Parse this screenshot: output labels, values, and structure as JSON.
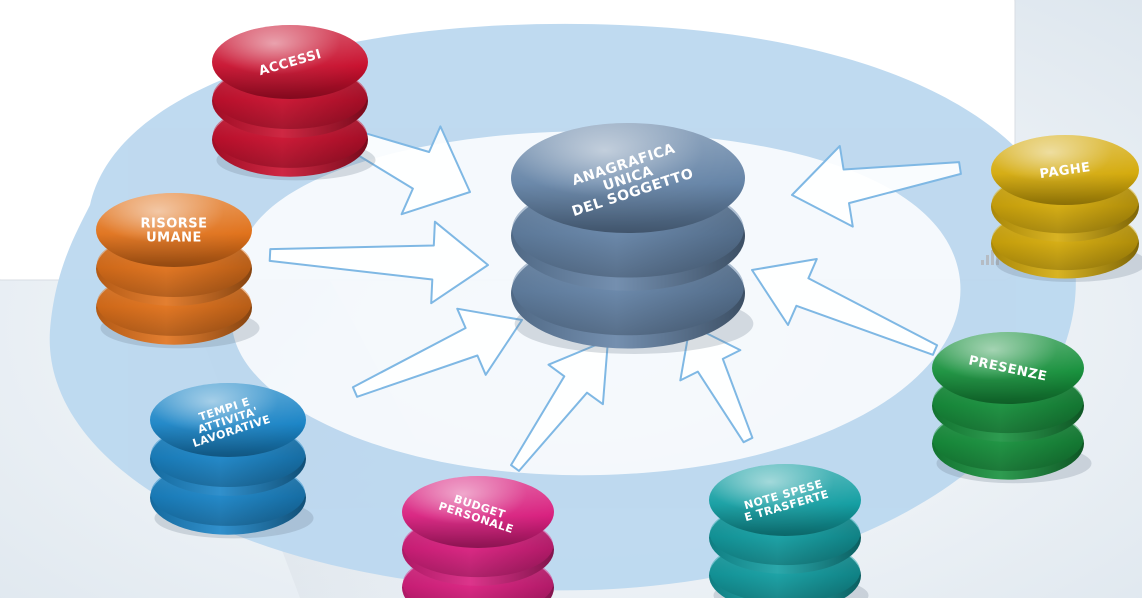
{
  "center": {
    "lines": [
      "ANAGRAFICA",
      "UNICA",
      "DEL SOGGETTO"
    ],
    "color": "#6483a6"
  },
  "modules": [
    {
      "id": "accessi",
      "lines": [
        "ACCESSI"
      ],
      "color": "#c8102e"
    },
    {
      "id": "paghe",
      "lines": [
        "PAGHE"
      ],
      "color": "#d4aa0b"
    },
    {
      "id": "risorse-umane",
      "lines": [
        "RISORSE",
        "UMANE"
      ],
      "color": "#e0711a"
    },
    {
      "id": "presenze",
      "lines": [
        "PRESENZE"
      ],
      "color": "#17903c"
    },
    {
      "id": "tempi-attivita",
      "lines": [
        "TEMPI E",
        "ATTIVITA'",
        "LAVORATIVE"
      ],
      "color": "#1a84c6"
    },
    {
      "id": "note-spese",
      "lines": [
        "NOTE SPESE",
        "E TRASFERTE"
      ],
      "color": "#139ea2"
    },
    {
      "id": "budget-personale",
      "lines": [
        "BUDGET",
        "PERSONALE"
      ],
      "color": "#d81f7e"
    }
  ],
  "colors": {
    "swirl": "#bcd8ef",
    "arrow_fill": "#ffffff",
    "arrow_stroke": "#7fb8e4",
    "panel": "#ffffff"
  }
}
